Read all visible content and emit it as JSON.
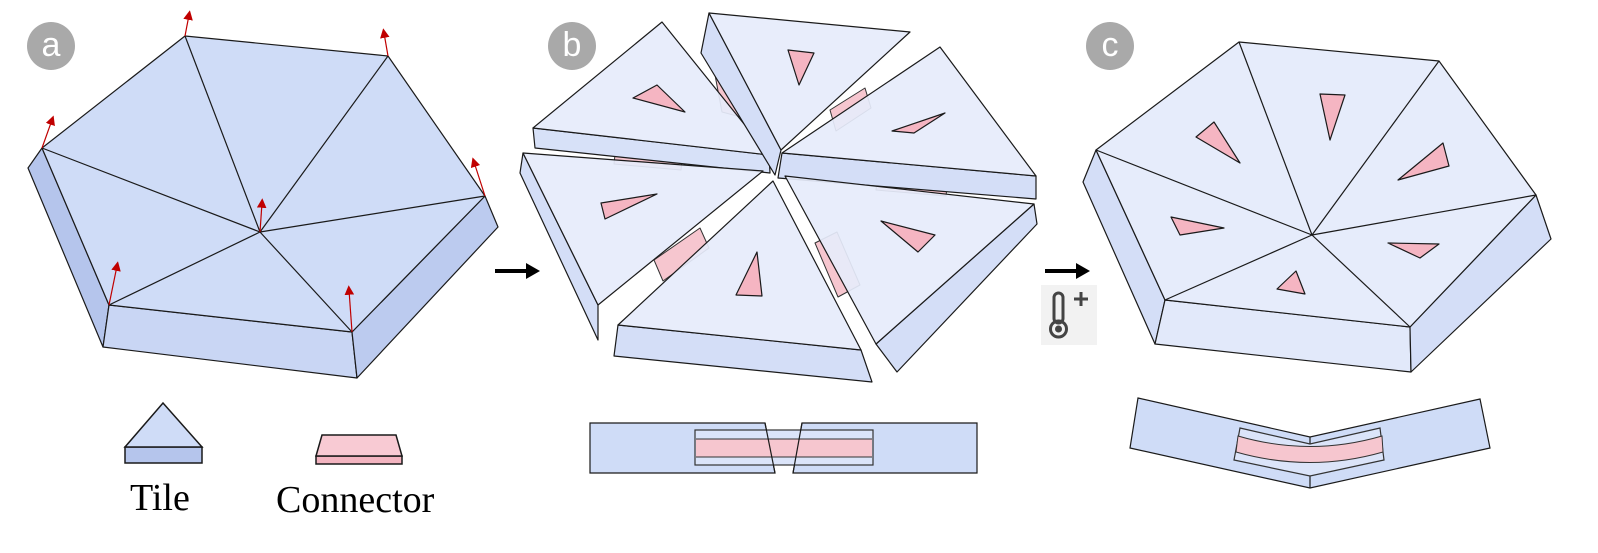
{
  "panels": [
    {
      "label": "a"
    },
    {
      "label": "b"
    },
    {
      "label": "c"
    }
  ],
  "legend": {
    "tile": "Tile",
    "connector": "Connector"
  },
  "icons": {
    "arrow": "right-arrow-icon",
    "heat": "thermometer-plus-icon"
  },
  "colors": {
    "tile_top": "#cfdcf7",
    "tile_side": "#b9c9ee",
    "connector": "#f6c6cf",
    "outline": "#1a1a1a",
    "vector": "#c00000",
    "label_circle": "#a9a9a9"
  }
}
